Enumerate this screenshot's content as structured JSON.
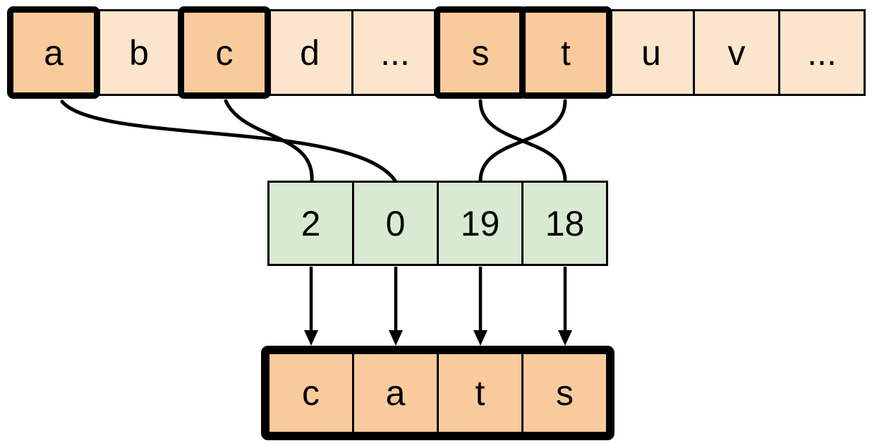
{
  "alphabet_row": {
    "cells": [
      {
        "label": "a",
        "highlighted": true
      },
      {
        "label": "b",
        "highlighted": false
      },
      {
        "label": "c",
        "highlighted": true
      },
      {
        "label": "d",
        "highlighted": false
      },
      {
        "label": "...",
        "highlighted": false
      },
      {
        "label": "s",
        "highlighted": true
      },
      {
        "label": "t",
        "highlighted": true
      },
      {
        "label": "u",
        "highlighted": false
      },
      {
        "label": "v",
        "highlighted": false
      },
      {
        "label": "...",
        "highlighted": false
      }
    ]
  },
  "index_row": {
    "cells": [
      {
        "value": "2"
      },
      {
        "value": "0"
      },
      {
        "value": "19"
      },
      {
        "value": "18"
      }
    ]
  },
  "result_row": {
    "cells": [
      {
        "label": "c"
      },
      {
        "label": "a"
      },
      {
        "label": "t"
      },
      {
        "label": "s"
      }
    ]
  },
  "connections": [
    {
      "from_letter": "a",
      "to_index": "0"
    },
    {
      "from_letter": "c",
      "to_index": "2"
    },
    {
      "from_letter": "s",
      "to_index": "18"
    },
    {
      "from_letter": "t",
      "to_index": "19"
    }
  ],
  "arrows": [
    {
      "from_index": "2",
      "to_result": "c"
    },
    {
      "from_index": "0",
      "to_result": "a"
    },
    {
      "from_index": "19",
      "to_result": "t"
    },
    {
      "from_index": "18",
      "to_result": "s"
    }
  ],
  "colors": {
    "highlight_fill": "#F9CB9C",
    "plain_fill": "#FCE5CD",
    "index_fill": "#D9EAD3",
    "line": "#000000",
    "background": "#FFFFFF"
  }
}
